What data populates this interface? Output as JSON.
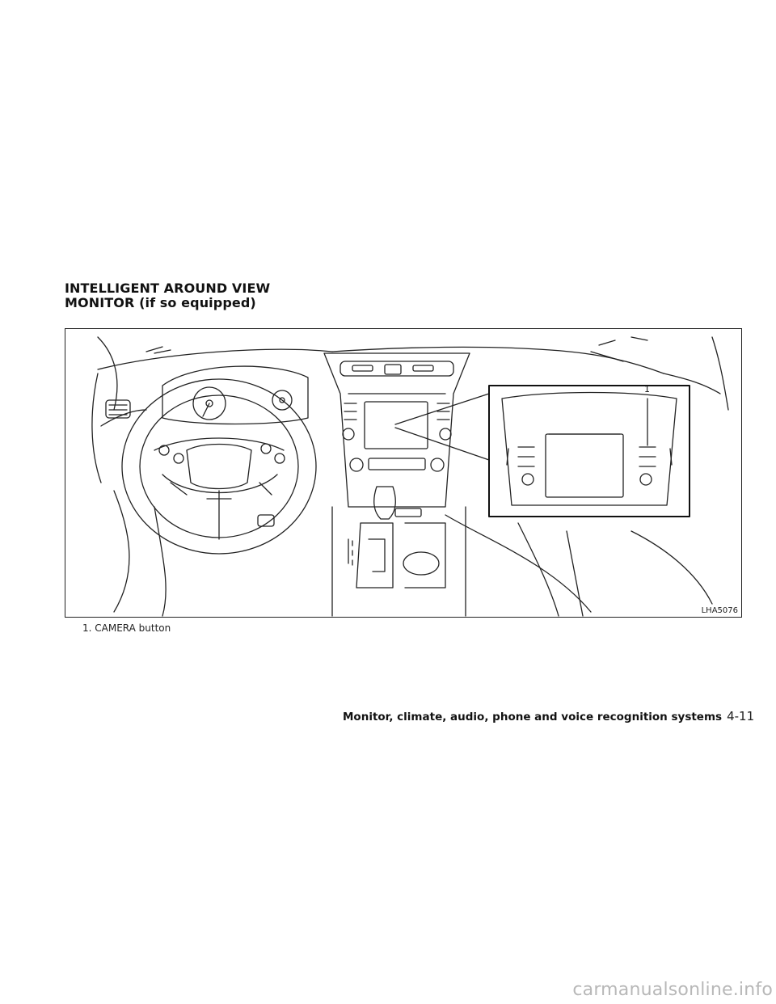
{
  "section": {
    "heading_line1": "INTELLIGENT AROUND VIEW",
    "heading_line2": "MONITOR (if so equipped)"
  },
  "figure": {
    "code": "LHA5076",
    "callout_number": "1",
    "caption": "1.  CAMERA button"
  },
  "footer": {
    "chapter": "Monitor, climate, audio, phone and voice recognition systems",
    "page": "4-11"
  },
  "watermark": "carmanualsonline.info"
}
